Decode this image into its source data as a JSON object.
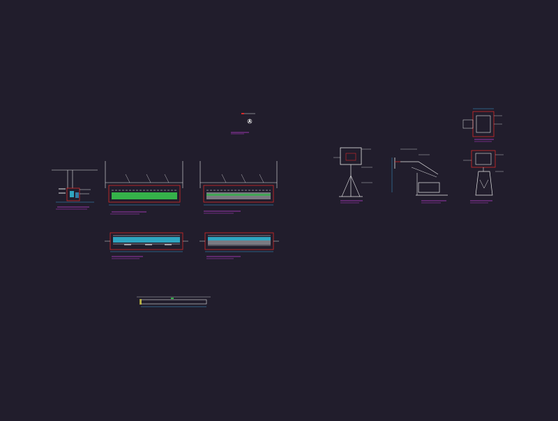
{
  "background": "#211d2c",
  "colors": {
    "frame": "#d82a2a",
    "line": "#e8e8e8",
    "dim": "#3aa3d8",
    "title": "#c23fd8",
    "magenta": "#e040e0",
    "green": "#35b24a",
    "cyan": "#2fa5c0",
    "yellow": "#d8d23a",
    "grey": "#7a7a82"
  },
  "icons": {
    "north_arrow": "compass-rose-icon"
  },
  "drawing": {
    "views": [
      "small-section-detail",
      "pool-section-a",
      "pool-section-b",
      "pool-plan-a",
      "pool-plan-b",
      "tank-elevation",
      "backboard-front-view",
      "backboard-side-view",
      "backboard-top-view",
      "backboard-rear-view"
    ]
  }
}
